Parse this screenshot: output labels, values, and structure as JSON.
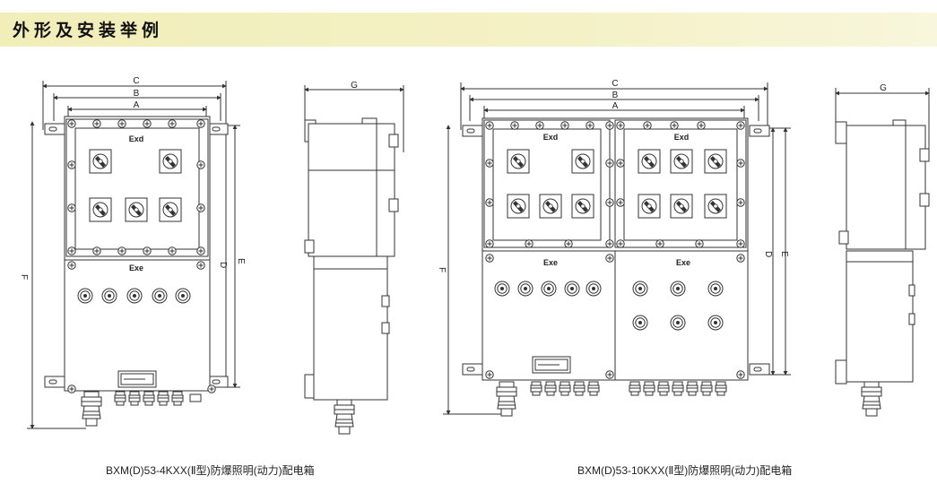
{
  "header": {
    "title": "外形及安装举例"
  },
  "diagram1": {
    "dims": {
      "c": "C",
      "b": "B",
      "a": "A",
      "d": "D",
      "e": "E",
      "f": "F",
      "g": "G"
    },
    "zones": {
      "top": "Exd",
      "bottom": "Exe"
    },
    "caption": "BXM(D)53-4KXX(Ⅱ型)防爆照明(动力)配电箱"
  },
  "diagram2": {
    "dims": {
      "c": "C",
      "b": "B",
      "a": "A",
      "d": "D",
      "e": "E",
      "f": "F",
      "g": "G"
    },
    "zones": {
      "top_left": "Exd",
      "top_right": "Exd",
      "bottom_left": "Exe",
      "bottom_right": "Exe"
    },
    "caption": "BXM(D)53-10KXX(Ⅱ型)防爆照明(动力)配电箱"
  }
}
